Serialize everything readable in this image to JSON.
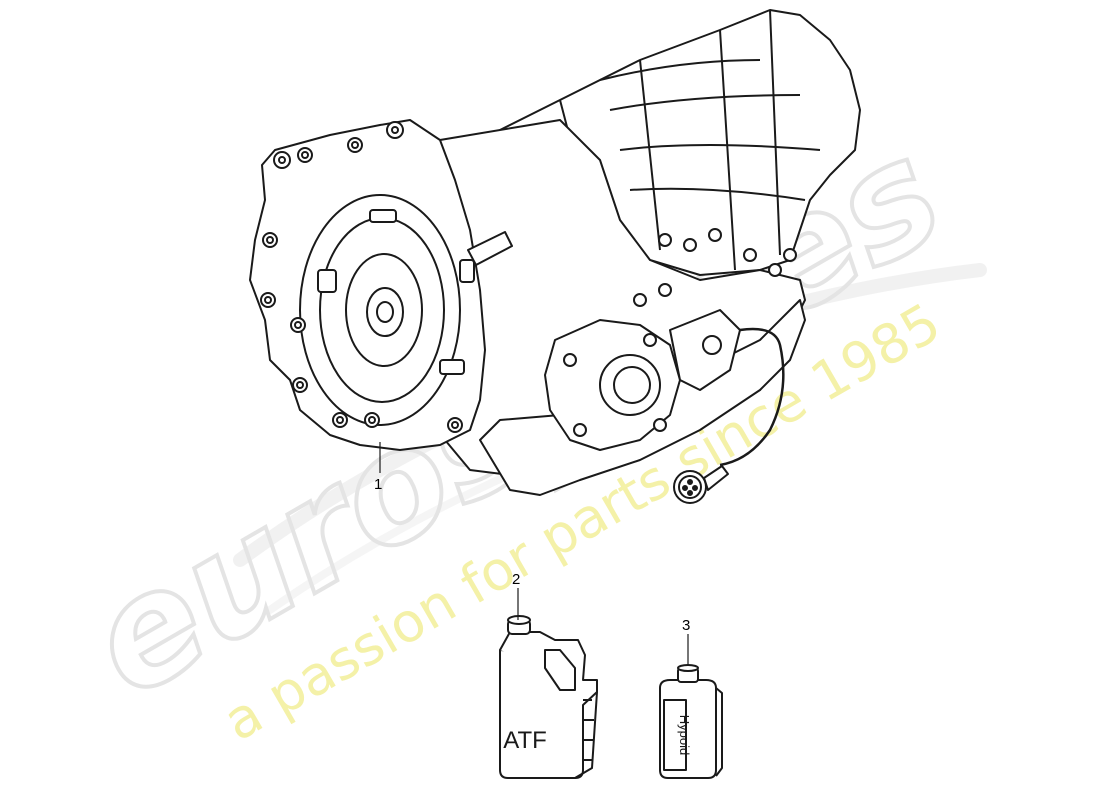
{
  "watermark": {
    "brand": "eurospares",
    "tagline": "a passion for parts since 1985",
    "brand_color": "#e9e9e9",
    "tagline_color": "#f3f0a4"
  },
  "parts": [
    {
      "number": "1",
      "name": "automatic transmission",
      "icon": "transmission-icon"
    },
    {
      "number": "2",
      "name": "ATF canister",
      "icon": "canister-icon",
      "label": "ATF"
    },
    {
      "number": "3",
      "name": "hypoid oil bottle",
      "icon": "bottle-icon",
      "label": "Hypoid"
    }
  ],
  "colors": {
    "line": "#1a1a1a",
    "fill": "#ffffff"
  }
}
